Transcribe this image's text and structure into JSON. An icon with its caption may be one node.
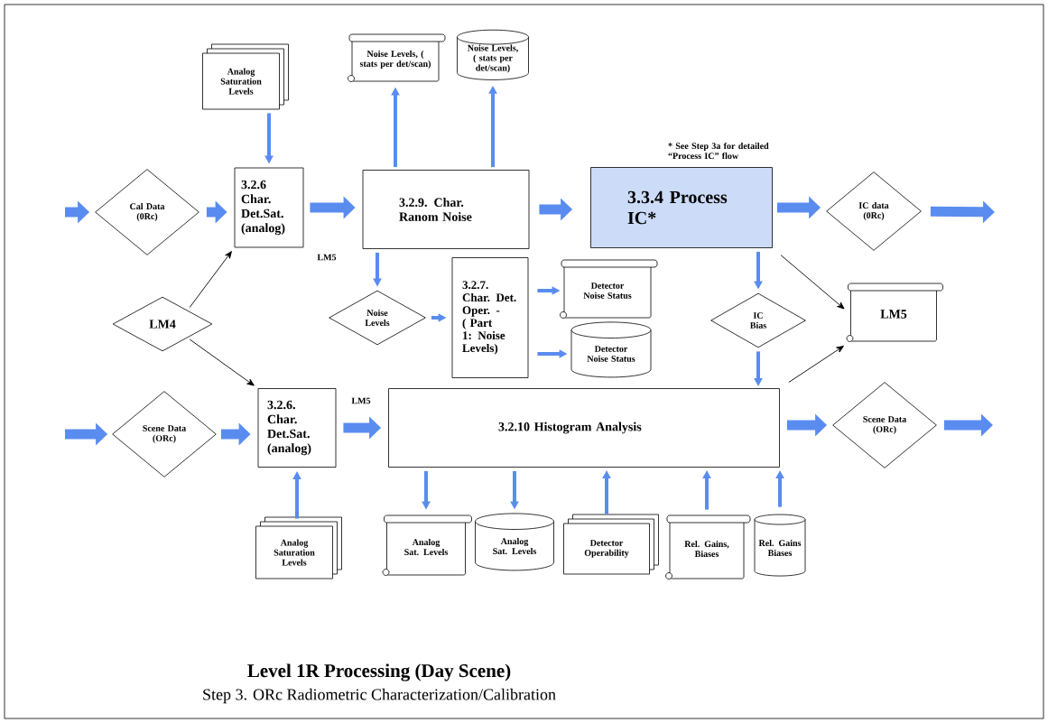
{
  "diagram": {
    "title": "Level 1R Processing (Day Scene)",
    "caption": "Step 3. ORc Radiometric Characterization/Calibration",
    "nodes": [
      {
        "text": [
          "Analog Saturation Levels"
        ]
      },
      {
        "text": [
          "Noise Levels, ( stats per det/scan)"
        ]
      },
      {
        "text": [
          "Noise Levels, ( stats per det/scan)"
        ]
      },
      {
        "text": [
          "Cal Data (0Rc)"
        ]
      },
      {
        "text": [
          "3.2.6 Char. Det.Sat. (analog)"
        ]
      },
      {
        "text": [
          "3.2.9. Char. Ranom Noise"
        ]
      },
      {
        "text": [
          "3.3.4 Process IC*"
        ]
      },
      {
        "text": [
          "IC data (0Rc)"
        ]
      },
      {
        "text": [
          "LM4"
        ]
      },
      {
        "text": [
          "Noise Levels"
        ]
      },
      {
        "text": [
          "3.2.7. Char. Det. Oper. - ( Part 1: Noise Levels)"
        ]
      },
      {
        "text": [
          "Detector Noise Status"
        ]
      },
      {
        "text": [
          "Detector Noise Status"
        ]
      },
      {
        "text": [
          "IC Bias"
        ]
      },
      {
        "text": [
          "LM5"
        ]
      },
      {
        "text": [
          "Scene Data (ORc)"
        ]
      },
      {
        "text": [
          "3.2.6. Char. Det.Sat. (analog)"
        ]
      },
      {
        "text": [
          "3.2.10 Histogram Analysis"
        ]
      },
      {
        "text": [
          "Scene Data (ORc)"
        ]
      },
      {
        "text": [
          "Analog Saturation Levels"
        ]
      },
      {
        "text": [
          "Analog Sat. Levels"
        ]
      },
      {
        "text": [
          "Analog Sat. Levels"
        ]
      },
      {
        "text": [
          "Detector Operability"
        ]
      },
      {
        "text": [
          "Rel. Gains, Biases"
        ]
      },
      {
        "text": [
          "Rel. Gains Biases"
        ]
      }
    ],
    "edges": [
      {
        "from": null,
        "to": 3,
        "arrow": "to",
        "style": "thick"
      },
      {
        "from": 3,
        "to": 4,
        "arrow": "to",
        "style": "thick"
      },
      {
        "from": 4,
        "to": 5,
        "arrow": "to",
        "style": "thick"
      },
      {
        "from": 5,
        "to": 6,
        "arrow": "to",
        "style": "thick"
      },
      {
        "from": 6,
        "to": 7,
        "arrow": "to",
        "style": "thick"
      },
      {
        "from": 7,
        "to": null,
        "arrow": "to",
        "style": "thick"
      },
      {
        "from": 0,
        "to": 4,
        "arrow": "to"
      },
      {
        "from": 5,
        "to": 1,
        "arrow": "to"
      },
      {
        "from": 5,
        "to": 2,
        "arrow": "to"
      },
      {
        "from": 8,
        "to": 4,
        "arrow": "to",
        "color": "#000000"
      },
      {
        "from": 8,
        "to": 16,
        "arrow": "to",
        "color": "#000000"
      },
      {
        "from": 5,
        "to": 9,
        "arrow": "to"
      },
      {
        "from": 9,
        "to": 10,
        "arrow": "to"
      },
      {
        "from": 10,
        "to": 11,
        "arrow": "to"
      },
      {
        "from": 10,
        "to": 12,
        "arrow": "to"
      },
      {
        "from": 6,
        "to": 13,
        "arrow": "to"
      },
      {
        "from": 13,
        "to": 17,
        "arrow": "to"
      },
      {
        "from": 6,
        "to": 14,
        "arrow": "to",
        "color": "#000000"
      },
      {
        "from": 17,
        "to": 14,
        "arrow": "to",
        "color": "#000000"
      },
      {
        "from": null,
        "to": 15,
        "arrow": "to",
        "style": "thick"
      },
      {
        "from": 15,
        "to": 16,
        "arrow": "to",
        "style": "thick"
      },
      {
        "from": 16,
        "to": 17,
        "arrow": "to",
        "style": "thick"
      },
      {
        "from": 17,
        "to": 18,
        "arrow": "to",
        "style": "thick"
      },
      {
        "from": 18,
        "to": null,
        "arrow": "to",
        "style": "thick"
      },
      {
        "from": 19,
        "to": 16,
        "arrow": "to"
      },
      {
        "from": 17,
        "to": 20,
        "arrow": "to"
      },
      {
        "from": 17,
        "to": 21,
        "arrow": "to"
      },
      {
        "from": 22,
        "to": 17,
        "arrow": "to"
      },
      {
        "from": 23,
        "to": 17,
        "arrow": "to"
      },
      {
        "from": 24,
        "to": 17,
        "arrow": "to"
      }
    ],
    "labels": [
      "* See Step 3a for detailed “Process IC” flow",
      "LM5",
      "LM5"
    ]
  }
}
